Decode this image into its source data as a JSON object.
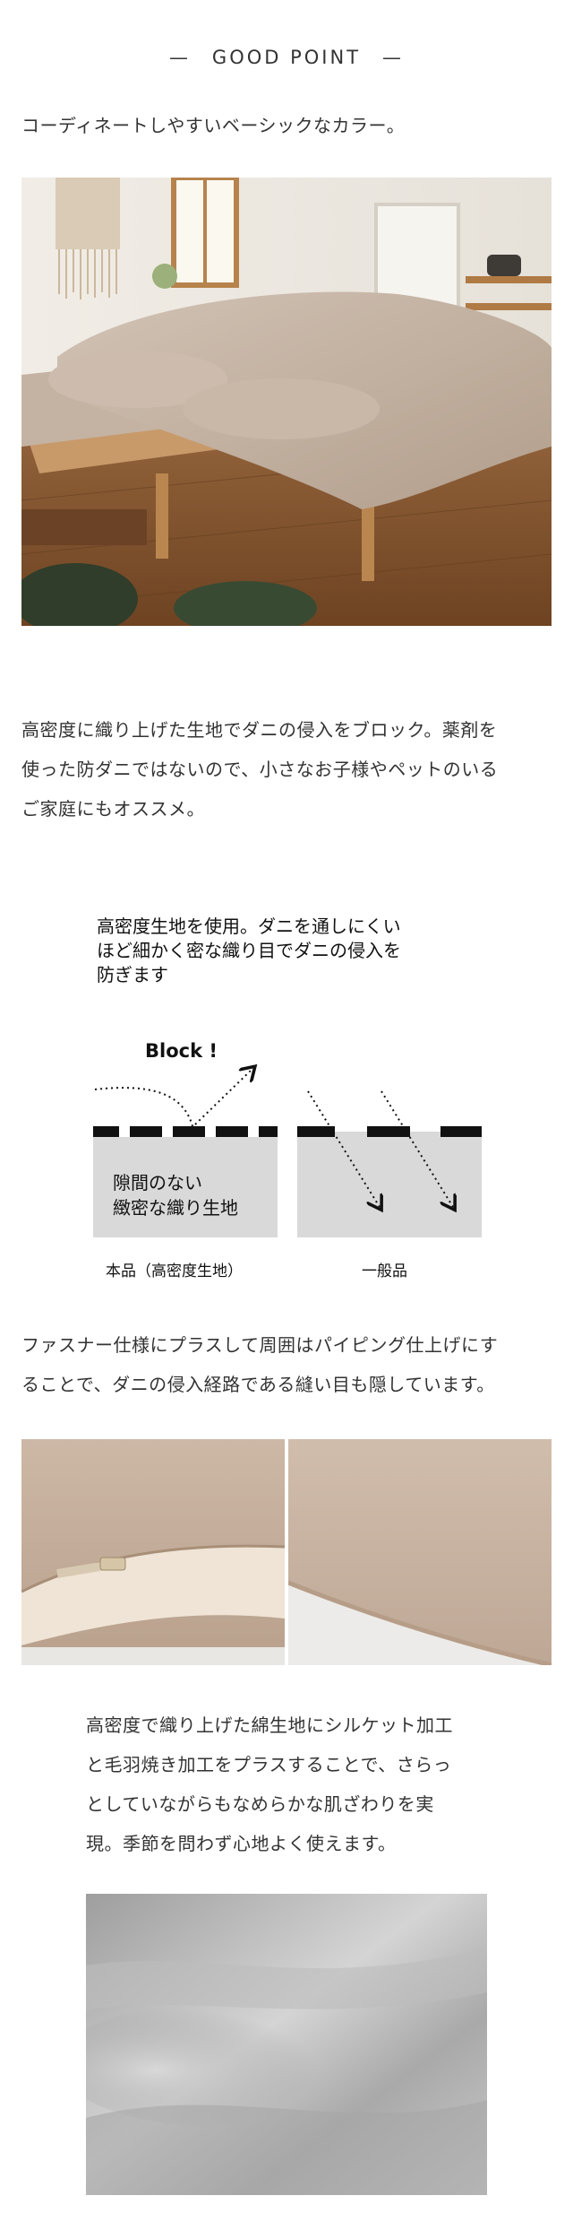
{
  "section": {
    "heading": "—　GOOD POINT　—",
    "intro": "コーディネートしやすいベーシックなカラー。"
  },
  "paragraphs": {
    "mite_block": [
      "高密度に織り上げた生地でダニの侵入をブロック。薬剤を",
      "使った防ダニではないので、小さなお子様やペットのいる",
      "ご家庭にもオススメ。"
    ],
    "fastener": [
      "ファスナー仕様にプラスして周囲はパイピング仕上げにす",
      "ることで、ダニの侵入経路である縫い目も隠しています。"
    ],
    "fabric": [
      "高密度で織り上げた綿生地にシルケット加工",
      "と毛羽焼き加工をプラスすることで、さらっ",
      "としていながらもなめらかな肌ざわりを実",
      "現。季節を問わず心地よく使えます。"
    ]
  },
  "diagram": {
    "title": [
      "高密度生地を使用。ダニを通しにくい",
      "ほど細かく密な織り目でダニの侵入を",
      "防ぎます"
    ],
    "block_label": "Block !",
    "fabric_text": [
      "隙間のない",
      "緻密な織り生地"
    ],
    "left_caption": "本品（高密度生地）",
    "right_caption": "一般品"
  },
  "colors": {
    "text": "#333333",
    "beige": "#c8b4a4",
    "grey_fabric": "#b8b8b8",
    "floor": "#8a5a32",
    "diagram_grey": "#d9d9d9"
  }
}
